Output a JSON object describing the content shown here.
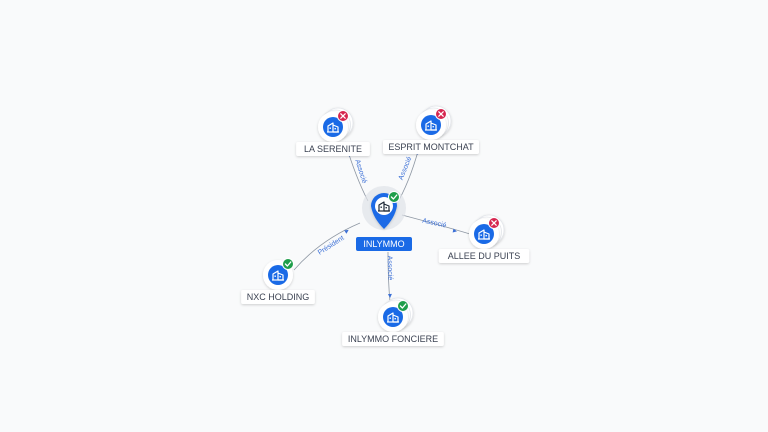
{
  "colors": {
    "background": "#f9fafb",
    "node_blue": "#1a6ae6",
    "edge": "#8e97a3",
    "edge_label": "#3b6fd6",
    "status_active": "#1e9e4a",
    "status_closed": "#d6264f",
    "label_bg": "#ffffff"
  },
  "center": {
    "name": "INLYMMO",
    "icon": "building-icon",
    "status": "active"
  },
  "nodes": [
    {
      "name": "LA SERENITE",
      "status": "closed",
      "icon": "building-icon",
      "relation": "Associé",
      "stacked": true
    },
    {
      "name": "ESPRIT MONTCHAT",
      "status": "closed",
      "icon": "building-icon",
      "relation": "Associé",
      "stacked": true
    },
    {
      "name": "ALLEE DU PUITS",
      "status": "closed",
      "icon": "building-icon",
      "relation": "Associé",
      "stacked": true
    },
    {
      "name": "INLYMMO FONCIERE",
      "status": "active",
      "icon": "building-icon",
      "relation": "Associé",
      "stacked": true
    },
    {
      "name": "NXC HOLDING",
      "status": "active",
      "icon": "building-icon",
      "relation": "Président",
      "stacked": false
    }
  ]
}
